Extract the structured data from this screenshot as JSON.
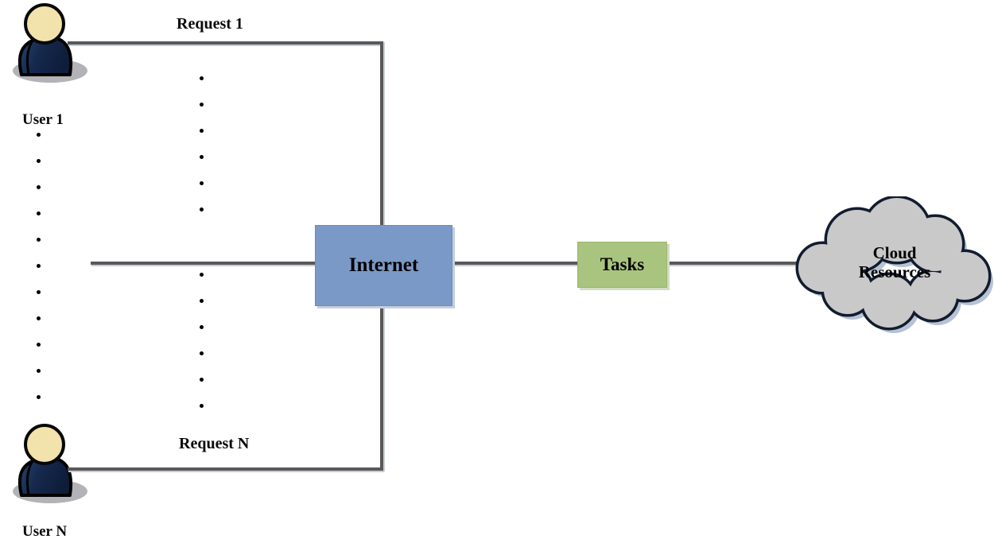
{
  "diagram": {
    "nodes": {
      "user1": {
        "label": "User 1",
        "icon": "person-icon"
      },
      "userN": {
        "label": "User N",
        "icon": "person-icon"
      },
      "internet": {
        "label": "Internet"
      },
      "tasks": {
        "label": "Tasks"
      },
      "cloud": {
        "label_line1": "Cloud",
        "label_line2": "Resources",
        "icon": "cloud-icon"
      }
    },
    "edges": {
      "request1": {
        "label": "Request 1"
      },
      "requestN": {
        "label": "Request N"
      }
    },
    "ellipsis": {
      "left_users_dots": 11,
      "middle_requests_upper_dots": 6,
      "middle_requests_lower_dots": 6
    },
    "colors": {
      "connector_line": "#595959",
      "internet_fill": "#7b99c6",
      "tasks_fill": "#a9c47e",
      "cloud_fill": "#c9c9c9",
      "cloud_outline": "#121c30",
      "cloud_shadow": "#b7c3d4",
      "person_head": "#f2e2ab",
      "person_body": "#16294d",
      "shadow_gray": "#b2b2b7"
    }
  }
}
